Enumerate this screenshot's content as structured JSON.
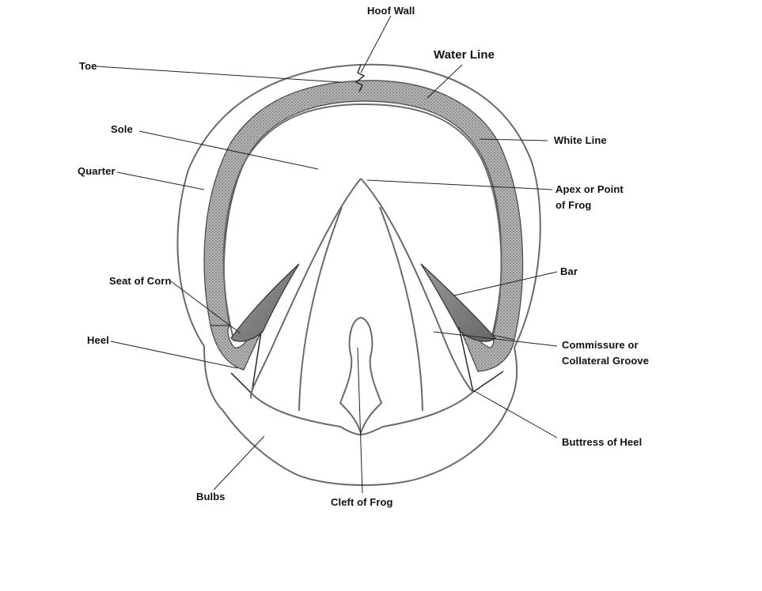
{
  "labels": {
    "hoof_wall": "Hoof Wall",
    "water_line": "Water Line",
    "toe": "Toe",
    "white_line": "White Line",
    "sole": "Sole",
    "quarter": "Quarter",
    "apex_line1": "Apex or Point",
    "apex_line2": "of Frog",
    "bar": "Bar",
    "seat_of_corn": "Seat of Corn",
    "heel": "Heel",
    "commissure_line1": "Commissure or",
    "commissure_line2": "Collateral Groove",
    "buttress_of_heel": "Buttress of Heel",
    "bulbs": "Bulbs",
    "cleft_of_frog": "Cleft of Frog"
  },
  "colors": {
    "outline": "#6a6a6a",
    "stipple": "#8a8a8a",
    "bar_fill": "#7d7d7d"
  }
}
